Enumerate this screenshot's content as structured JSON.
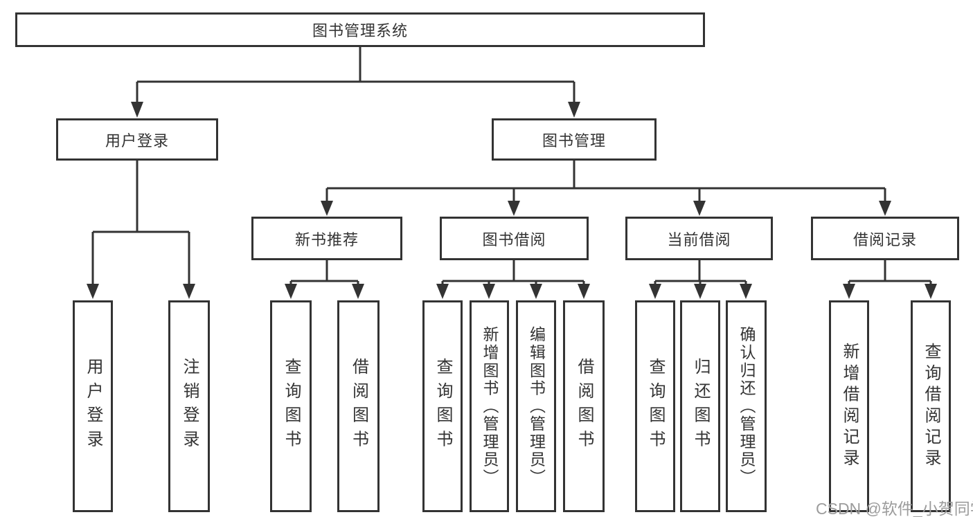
{
  "root": {
    "label": "图书管理系统"
  },
  "level2": [
    {
      "label": "用户登录"
    },
    {
      "label": "图书管理"
    }
  ],
  "level3": [
    {
      "label": "新书推荐"
    },
    {
      "label": "图书借阅"
    },
    {
      "label": "当前借阅"
    },
    {
      "label": "借阅记录"
    }
  ],
  "leaves": {
    "user_login": [
      "用户登录",
      "注销登录"
    ],
    "new_book": [
      "查询图书",
      "借阅图书"
    ],
    "book_borrow": [
      "查询图书",
      "新增图书（管理员）",
      "编辑图书（管理员）",
      "借阅图书"
    ],
    "current_borrow": [
      "查询图书",
      "归还图书",
      "确认归还（管理员）"
    ],
    "borrow_records": [
      "新增借阅记录",
      "查询借阅记录"
    ]
  },
  "watermark": "CSDN @软件_小贺同学",
  "colors": {
    "line": "#333333",
    "text": "#333333",
    "watermark_text": "#9c9c9c",
    "background": "#ffffff"
  }
}
